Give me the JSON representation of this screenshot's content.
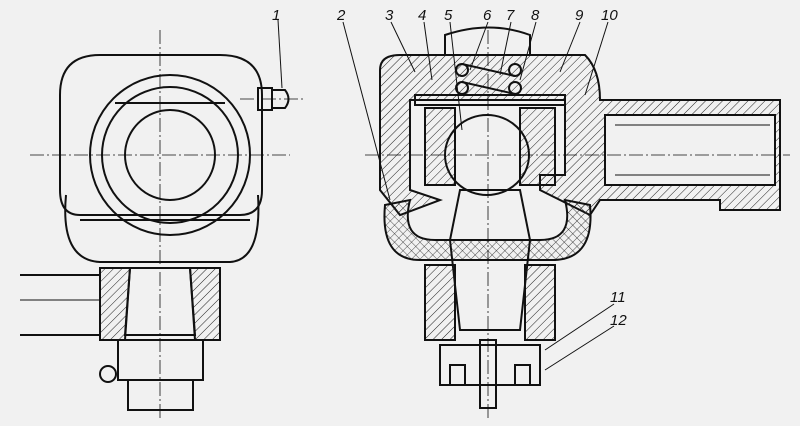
{
  "title": "Steering tie rod ball joint assembly",
  "part_labels": [
    "1",
    "2",
    "3",
    "4",
    "5",
    "6",
    "7",
    "8",
    "9",
    "10",
    "11",
    "12"
  ]
}
